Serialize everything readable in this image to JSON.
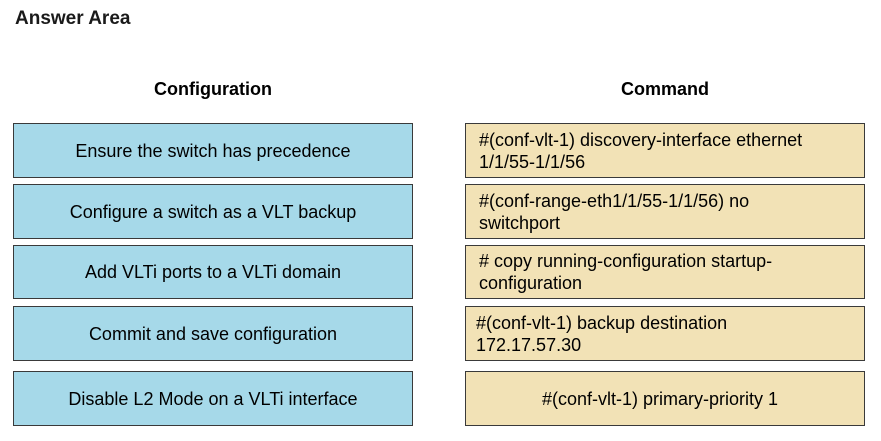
{
  "title": "Answer Area",
  "headers": {
    "configuration": "Configuration",
    "command": "Command"
  },
  "configurations": [
    "Ensure the switch has precedence",
    "Configure a switch as a VLT backup",
    "Add VLTi ports to a VLTi domain",
    "Commit and save configuration",
    "Disable L2 Mode on a VLTi interface"
  ],
  "commands": [
    {
      "line1": "#(conf-vlt-1) discovery-interface ethernet",
      "line2": "1/1/55-1/1/56"
    },
    {
      "line1": "#(conf-range-eth1/1/55-1/1/56) no",
      "line2": "switchport"
    },
    {
      "line1": "# copy running-configuration startup-",
      "line2": "configuration"
    },
    {
      "line1": "#(conf-vlt-1) backup destination",
      "line2": "172.17.57.30"
    },
    {
      "line1": "#(conf-vlt-1) primary-priority 1",
      "line2": ""
    }
  ],
  "colors": {
    "config_bg": "#a6d9e9",
    "command_bg": "#f2e2b6"
  }
}
